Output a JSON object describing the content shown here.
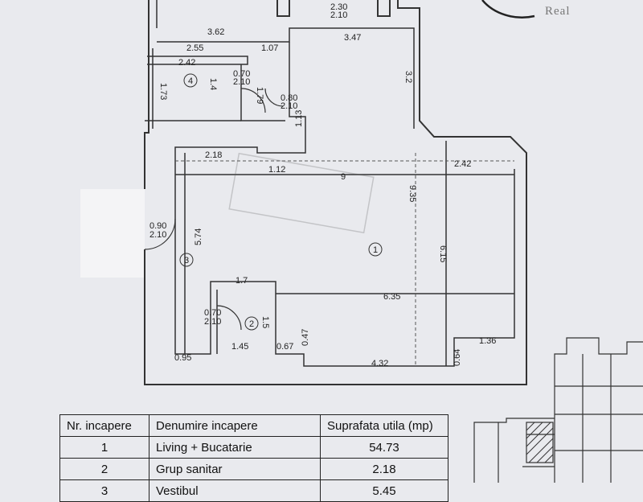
{
  "logo": {
    "text": "Real"
  },
  "dimensions": {
    "d362": "3.62",
    "d255": "2.55",
    "d107": "1.07",
    "d347": "3.47",
    "d242a": "2.42",
    "d173": "1.73",
    "d14": "1.4",
    "d179": "1.79",
    "d32": "3.2",
    "d113": "1.13",
    "d218": "2.18",
    "d112": "1.12",
    "d242b": "2.42",
    "d9": "9",
    "d935": "9.35",
    "d574": "5.74",
    "d615": "6.15",
    "d17": "1.7",
    "d635": "6.35",
    "d15": "1.5",
    "d047": "0.47",
    "d095": "0.95",
    "d145": "1.45",
    "d067": "0.67",
    "d432": "4.32",
    "d064": "0.64",
    "d136": "1.36"
  },
  "doors": {
    "entry_top": {
      "w": "2.30",
      "h": "2.10"
    },
    "bath4": {
      "w": "0.70",
      "h": "2.10"
    },
    "hall": {
      "w": "0.80",
      "h": "2.10"
    },
    "room3": {
      "w": "0.90",
      "h": "2.10"
    },
    "bath2": {
      "w": "0.70",
      "h": "2.10"
    }
  },
  "rooms": {
    "r1": "1",
    "r2": "2",
    "r3": "3",
    "r4": "4"
  },
  "table": {
    "headers": [
      "Nr. incapere",
      "Denumire incapere",
      "Suprafata utila (mp)"
    ],
    "rows": [
      {
        "nr": "1",
        "name": "Living + Bucatarie",
        "area": "54.73"
      },
      {
        "nr": "2",
        "name": "Grup sanitar",
        "area": "2.18"
      },
      {
        "nr": "3",
        "name": "Vestibul",
        "area": "5.45"
      }
    ]
  }
}
